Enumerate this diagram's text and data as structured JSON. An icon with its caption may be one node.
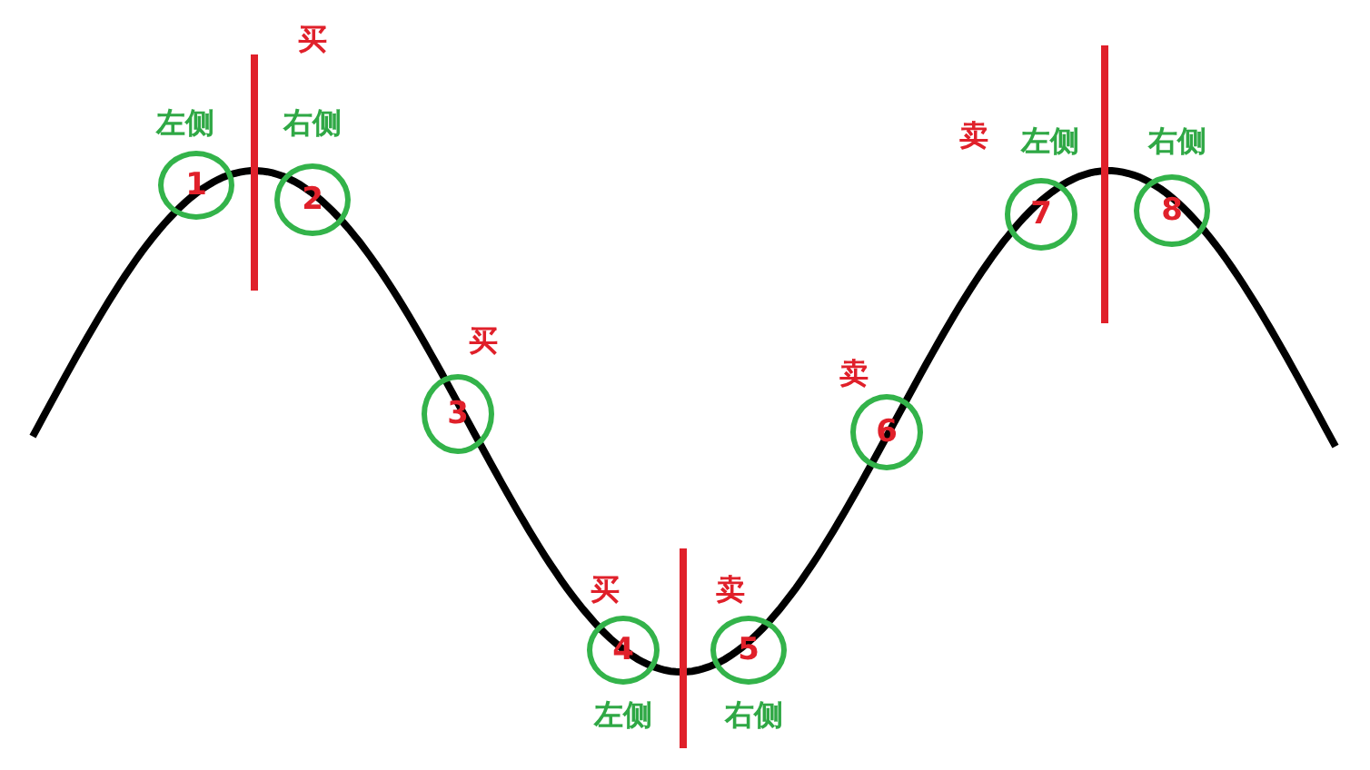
{
  "diagram": {
    "nodes": [
      {
        "text": [
          "1"
        ],
        "beside": [
          "左侧"
        ]
      },
      {
        "text": [
          "2"
        ],
        "beside": [
          "右侧"
        ]
      },
      {
        "text": [
          "3"
        ],
        "beside": [
          "买"
        ]
      },
      {
        "text": [
          "4"
        ],
        "beside": [
          "买",
          "左侧"
        ]
      },
      {
        "text": [
          "5"
        ],
        "beside": [
          "卖",
          "右侧"
        ]
      },
      {
        "text": [
          "6"
        ],
        "beside": [
          "卖"
        ]
      },
      {
        "text": [
          "7"
        ],
        "beside": [
          "卖",
          "左侧"
        ]
      },
      {
        "text": [
          "8"
        ],
        "beside": [
          "右侧"
        ]
      }
    ],
    "labels": [
      "买"
    ]
  }
}
